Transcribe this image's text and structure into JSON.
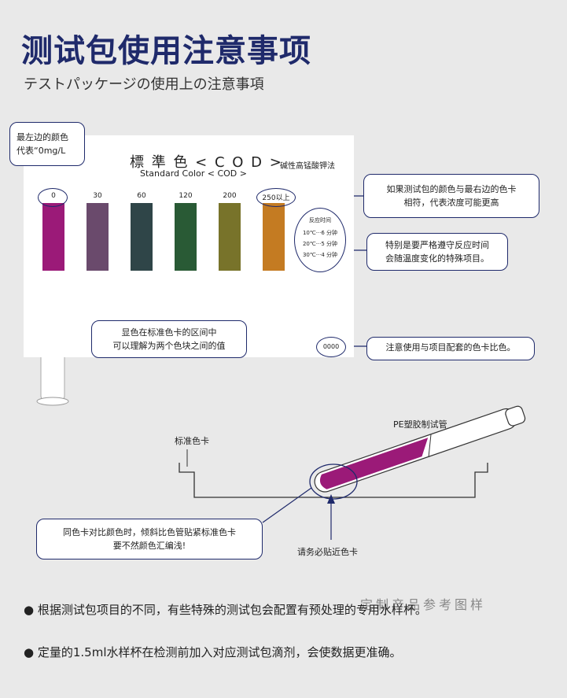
{
  "header": {
    "title": "测试包使用注意事项",
    "subtitle": "テストパッケージの使用上の注意事項"
  },
  "card": {
    "title": "標 準 色 < C O D >",
    "subtitle": "Standard Color < COD >",
    "method": "碱性高锰酸钾法",
    "swatches": [
      {
        "label": "0",
        "color": "#9b1a78"
      },
      {
        "label": "30",
        "color": "#6a4a6c"
      },
      {
        "label": "60",
        "color": "#2f4548"
      },
      {
        "label": "120",
        "color": "#295a35"
      },
      {
        "label": "200",
        "color": "#78732a"
      },
      {
        "label": "250以上",
        "color": "#c47b22"
      }
    ],
    "reaction_time": {
      "label": "反应时间",
      "rows": [
        "10℃···6 分钟",
        "20℃···5 分钟",
        "30℃···4 分钟"
      ]
    }
  },
  "callouts": {
    "leftmost_line1": "最左边的颜色",
    "leftmost_line2": "代表“0mg/L",
    "rightmost_line1": "如果测试包的颜色与最右边的色卡",
    "rightmost_line2": "相符，代表浓度可能更高",
    "reaction_line1": "特别是要严格遵守反应时间",
    "reaction_line2": "会随温度变化的特殊项目。",
    "between_line1": "显色在标准色卡的区间中",
    "between_line2": "可以理解为两个色块之间的值",
    "code": "0000",
    "code_note": "注意使用与项目配套的色卡比色。"
  },
  "diagram": {
    "tube_label": "PE塑胶制试管",
    "card_label": "标准色卡",
    "tilt_line1": "同色卡对比颜色时，倾斜比色管贴紧标准色卡",
    "tilt_line2": "要不然颜色汇编浅!",
    "close_note": "请务必贴近色卡"
  },
  "notes": {
    "bullet1": "根据测试包项目的不同，有些特殊的测试包会配置有预处理的专用水样杯。",
    "bullet2": "定量的1.5ml水样杯在检测前加入对应测试包滴剂，会使数据更准确。",
    "watermark": "定制产品参考图样"
  },
  "colors": {
    "accent": "#1f2a6b",
    "magenta": "#9b1a78"
  }
}
